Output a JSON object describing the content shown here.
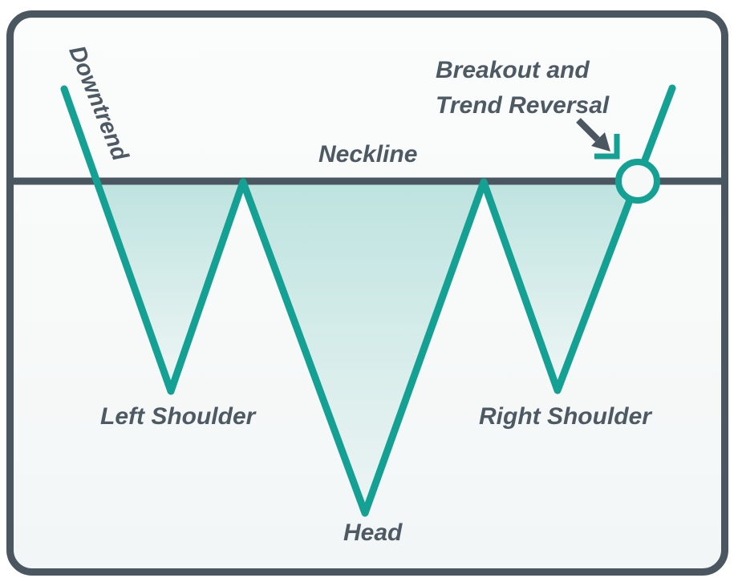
{
  "labels": {
    "downtrend": "Downtrend",
    "neckline": "Neckline",
    "breakout": {
      "line1": "Breakout and",
      "line2": "Trend Reversal"
    },
    "left_shoulder": "Left Shoulder",
    "head": "Head",
    "right_shoulder": "Right Shoulder"
  },
  "icons": {
    "breakout_arrow": "arrow-down-right",
    "breakout_marker": "circle-outline"
  },
  "colors": {
    "teal": "#14A193",
    "slate": "#4A5760",
    "text": "#4D5A64",
    "card_background": "#F7F9F9",
    "page_background": "#FFFFFF"
  }
}
